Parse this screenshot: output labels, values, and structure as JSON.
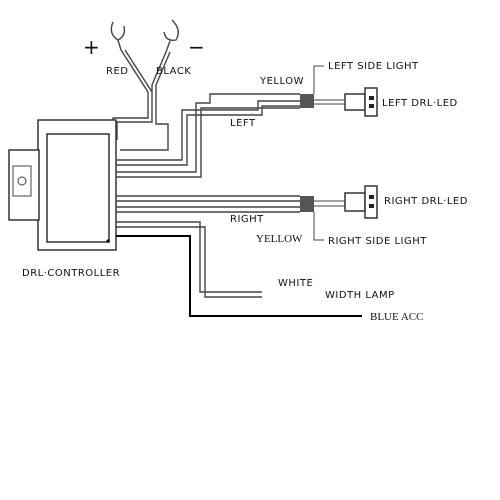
{
  "labels": {
    "plus": "+",
    "minus": "−",
    "red": "RED",
    "black": "BLACK",
    "yellow_top": "YELLOW",
    "left_side_light": "LEFT SIDE LIGHT",
    "left_drl_led": "LEFT DRL·LED",
    "left": "LEFT",
    "right": "RIGHT",
    "right_drl_led": "RIGHT DRL·LED",
    "yellow_bottom": "YELLOW",
    "right_side_light": "RIGHT SIDE LIGHT",
    "white": "WHITE",
    "width_lamp": "WIDTH LAMP",
    "blue_acc": "BLUE ACC",
    "controller": "DRL·CONTROLLER"
  }
}
